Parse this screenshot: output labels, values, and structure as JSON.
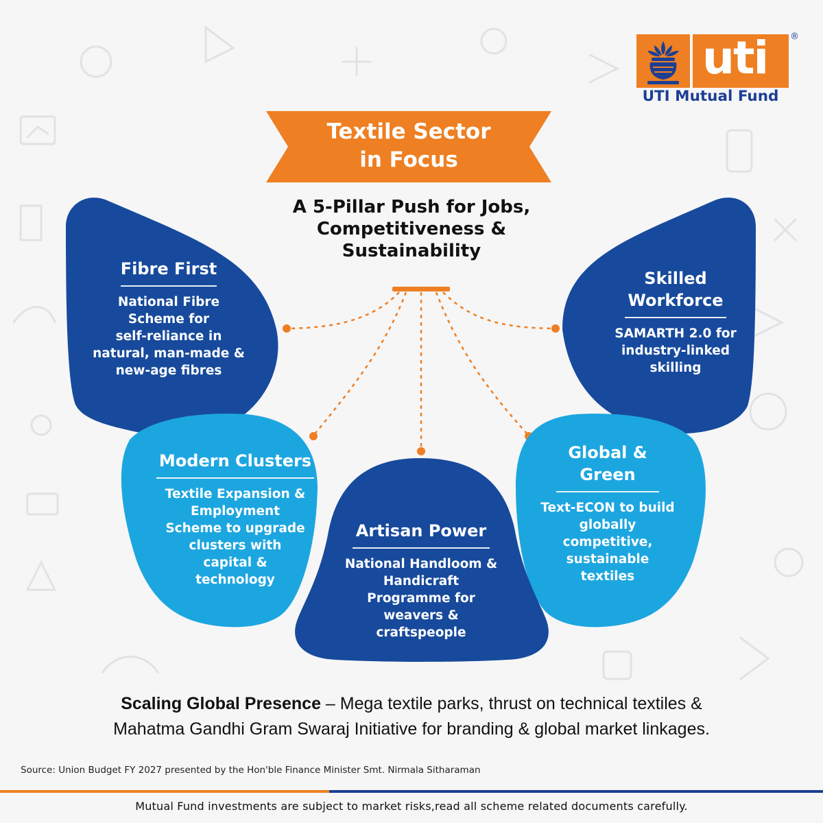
{
  "logo": {
    "wordmark": "uti",
    "registered": "®",
    "name": "UTI Mutual Fund"
  },
  "title": {
    "line1": "Textile Sector",
    "line2": "in Focus"
  },
  "subtitle": {
    "line1": "A 5-Pillar Push for Jobs,",
    "line2": "Competitiveness &",
    "line3": "Sustainability"
  },
  "pillars": [
    {
      "title": "Fibre First",
      "desc": [
        "National Fibre",
        "Scheme for",
        "self-reliance in",
        "natural, man-made &",
        "new-age fibres"
      ]
    },
    {
      "title_lines": [
        "Skilled",
        "Workforce"
      ],
      "desc": [
        "SAMARTH 2.0 for",
        "industry-linked",
        "skilling"
      ]
    },
    {
      "title": "Modern Clusters",
      "desc": [
        "Textile Expansion &",
        "Employment",
        "Scheme to upgrade",
        "clusters with",
        "capital &",
        "technology"
      ]
    },
    {
      "title": "Artisan Power",
      "desc": [
        "National Handloom &",
        "Handicraft",
        "Programme for",
        "weavers &",
        "craftspeople"
      ]
    },
    {
      "title_lines": [
        "Global &",
        "Green"
      ],
      "desc": [
        "Text-ECON to build",
        "globally",
        "competitive,",
        "sustainable",
        "textiles"
      ]
    }
  ],
  "footnote": {
    "bold": "Scaling Global Presence",
    "line1_rest": " – Mega textile parks, thrust on technical textiles &",
    "line2": "Mahatma Gandhi Gram Swaraj Initiative for branding & global market linkages."
  },
  "source": "Source: Union Budget FY 2027 presented by the Hon'ble Finance Minister Smt. Nirmala Sitharaman",
  "disclaimer": "Mutual Fund investments are subject to market risks,read all scheme related documents carefully.",
  "colors": {
    "dark_blue": "#174a9c",
    "light_blue": "#1ca6e0",
    "orange": "#ee7f22",
    "logo_blue": "#1c3f94"
  },
  "icons": [
    "kalash-icon"
  ]
}
